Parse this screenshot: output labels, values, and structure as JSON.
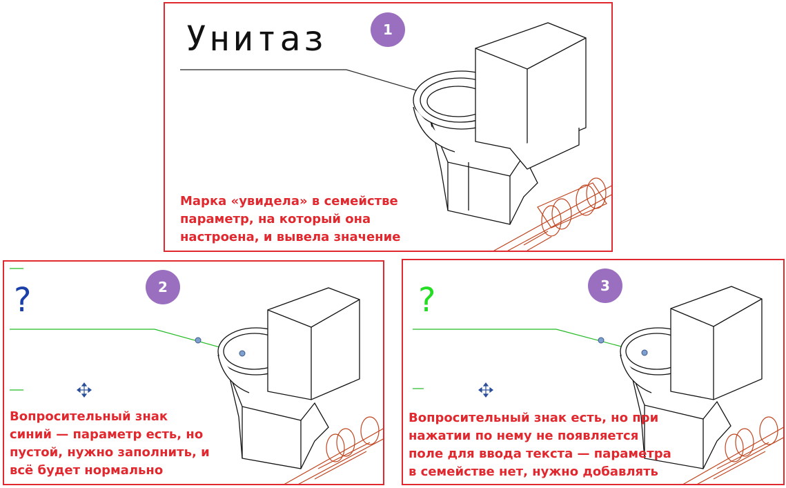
{
  "panels": [
    {
      "number": "1",
      "tag_value": "Унитаз",
      "caption": "Марка «увидела» в семействе\nпараметр, на который она\nнастроена, и вывела значение"
    },
    {
      "number": "2",
      "tag_value": "?",
      "tag_color": "#1a3fa8",
      "caption": "Вопросительный знак\nсиний — параметр есть, но\nпустой, нужно заполнить, и\nвсё будет нормально"
    },
    {
      "number": "3",
      "tag_value": "?",
      "tag_color": "#22dd22",
      "caption": "Вопросительный знак есть, но при\nнажатии по нему не появляется\nполе для ввода текста — параметра\nв семействе нет, нужно добавлять"
    }
  ],
  "colors": {
    "frame": "#e0282e",
    "badge": "#9b6fc0",
    "leader_selected": "#22bb22",
    "pipe": "#c0451e"
  }
}
